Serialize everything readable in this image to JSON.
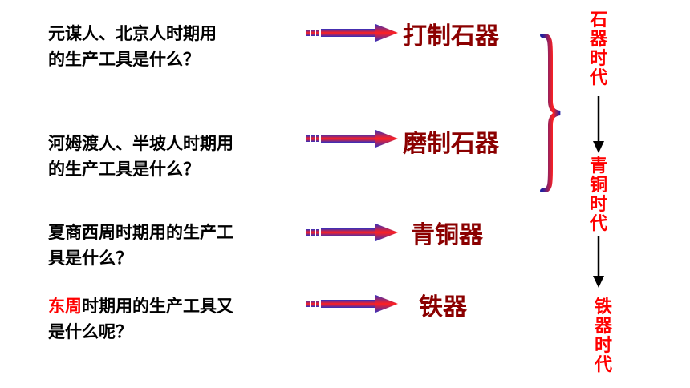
{
  "questions": [
    {
      "line1": "元谋人、北京人时期用",
      "line2": "的生产工具是什么？",
      "answer": "打制石器"
    },
    {
      "line1": "河姆渡人、半坡人时期用",
      "line2": "的生产工具是什么？",
      "answer": "磨制石器"
    },
    {
      "line1": "夏商西周时期用的生产工",
      "line2": "具是什么？",
      "answer": "青铜器"
    },
    {
      "line1_red": "东周",
      "line1_rest": "时期用的生产工具又",
      "line2": "是什么呢？",
      "answer": "铁器"
    }
  ],
  "ages": [
    {
      "chars": [
        "石",
        "器",
        "时",
        "代"
      ]
    },
    {
      "chars": [
        "青",
        "铜",
        "时",
        "代"
      ]
    },
    {
      "chars": [
        "铁",
        "器",
        "时",
        "代"
      ]
    }
  ],
  "colors": {
    "answer": "#8b0000",
    "age_label": "#ff0000",
    "highlight": "#ff0000",
    "arrow_gradient": [
      "#ff0000",
      "#3030c0"
    ]
  }
}
